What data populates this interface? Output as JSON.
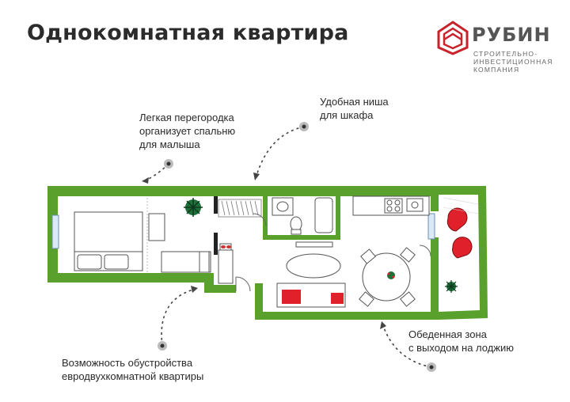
{
  "title": "Однокомнатная квартира",
  "logo": {
    "name": "РУБИН",
    "subtitle_lines": [
      "СТРОИТЕЛЬНО-",
      "ИНВЕСТИЦИОННАЯ",
      "КОМПАНИЯ"
    ],
    "brand_color": "#c8232c"
  },
  "annotations": {
    "partition": [
      "Легкая перегородка",
      "организует спальню",
      "для малыша"
    ],
    "niche": [
      "Удобная ниша",
      "для шкафа"
    ],
    "two_room": [
      "Возможность обустройства",
      "евродвухкомнатной квартиры"
    ],
    "dining": [
      "Обеденная зона",
      "с выходом на лоджию"
    ]
  },
  "colors": {
    "wall": "#5aa02c",
    "furniture_stroke": "#555555",
    "accent_red": "#e0202a",
    "plant": "#1f6f3a"
  }
}
